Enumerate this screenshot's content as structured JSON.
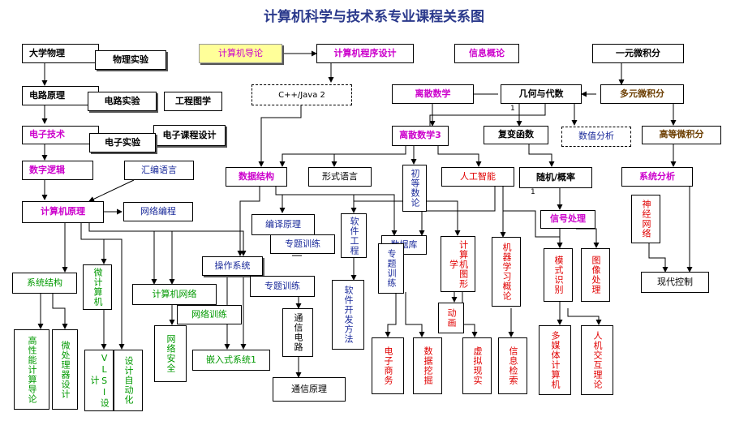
{
  "title": "计算机科学与技术系专业课程关系图",
  "courses": {
    "daxue_wuli": "大学物理",
    "wuli_shiyan": "物理实验",
    "jisuanji_daolun": "计算机导论",
    "chengxu_sheji": "计算机程序设计",
    "xinxi_gailun": "信息概论",
    "yiyuan_weijifen": "一元微积分",
    "dianlu_yuanli": "电路原理",
    "dianlu_shiyan": "电路实验",
    "gongcheng_tuxue": "工程图学",
    "cpp_java": "C++/Java 2",
    "lisan_shuxue": "离散数学",
    "jihe_daishu": "几何与代数",
    "duoyuan_weijifen": "多元微积分",
    "dianzi_jishu": "电子技术",
    "dianzi_kecheng_sheji": "电子课程设计",
    "dianzi_shiyan": "电子实验",
    "lisan_shuxue3": "离散数学3",
    "fubian_hanshu": "复变函数",
    "shuzhi_fenxi": "数值分析",
    "gaodeng_weijifen": "高等微积分",
    "shuzi_luoji": "数字逻辑",
    "huibian_yuyan": "汇编语言",
    "shuju_jiegou": "数据结构",
    "xingshi_yuyan": "形式语言",
    "chudeng_shulun": "初等数论",
    "rengong_zhineng": "人工智能",
    "suiji_gailv": "随机/概率",
    "xitong_fenxi": "系统分析",
    "jisuanji_yuanli": "计算机原理",
    "wangluo_biancheng": "网络编程",
    "bianyi_yuanli": "编译原理",
    "zhuanti_xunlian": "专题训练",
    "ruanjian_gongcheng": "软件工程",
    "shujuku": "数据库",
    "jisuanji_tuxingxue": "计算机图形学",
    "jiqi_xuexi_gailun": "机器学习概论",
    "xinhao_chuli": "信号处理",
    "shenjing_wangluo": "神经网络",
    "weijisuanji": "微计算机",
    "xitong_jiegou": "系统结构",
    "caozuo_xitong": "操作系统",
    "zhuanti_xunlian2": "专题训练",
    "jisuanji_wangluo": "计算机网络",
    "shujuku_zhuanti": "专题训练",
    "moshi_shibie": "模式识别",
    "tuxiang_chuli": "图像处理",
    "xiandai_kongzhi": "现代控制",
    "wangluo_xunlian": "网络训练",
    "tongxin_dianlu": "通信电路",
    "ruanjian_kaifa": "软件开发方法",
    "donghua": "动画",
    "gaoxingneng": "高性能计算导论",
    "weichuliqi": "微处理器设计",
    "vlsi": "VLSI设计",
    "sheji_zidonghua": "设计自动化",
    "wangluo_anquan": "网络安全",
    "qianrushi": "嵌入式系统1",
    "tongxin_yuanli": "通信原理",
    "dianzi_shangwu": "电子商务",
    "shuju_wajue": "数据挖掘",
    "xuni_xianshi": "虚拟现实",
    "xinxi_jiansuo": "信息检索",
    "duomeiti": "多媒体计算机",
    "renji_jiaohu": "人机交互理论"
  },
  "markers": {
    "m1": "1",
    "m2": "1"
  }
}
